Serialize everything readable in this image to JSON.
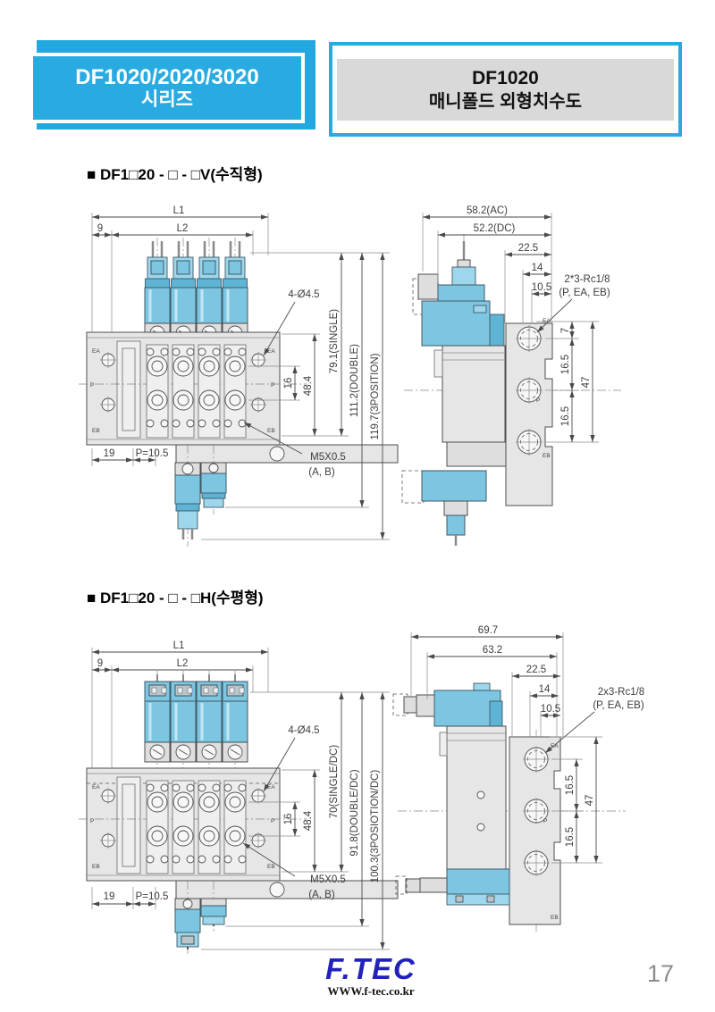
{
  "header": {
    "series1": "DF1020/2020/3020",
    "series2": "시리즈",
    "model": "DF1020",
    "subtitle": "매니폴드 외형치수도"
  },
  "sec1": {
    "title": "■ DF1□20 - □ - □V(수직형)"
  },
  "sec2": {
    "title": "■ DF1□20 - □ - □H(수평형)"
  },
  "d1": {
    "front": {
      "l1": "L1",
      "l2": "L2",
      "n9": "9",
      "hole": "4-Ø4.5",
      "n16": "16",
      "n484": "48.4",
      "single": "79.1(SINGLE)",
      "double": "111.2(DOUBLE)",
      "triple": "119.7(3POSITION)",
      "n19": "19",
      "pitch": "P=10.5",
      "thread": "M5X0.5",
      "threadPorts": "(A, B)",
      "ea": "EA",
      "p": "P",
      "eb": "EB"
    },
    "side": {
      "ac": "58.2(AC)",
      "dc": "52.2(DC)",
      "n225": "22.5",
      "n14": "14",
      "n105": "10.5",
      "rc": "2*3-Rc1/8",
      "rcPorts": "(P, EA, EB)",
      "n7": "7",
      "n165": "16.5",
      "n47": "47",
      "ea": "EA",
      "p": "P",
      "eb": "EB"
    }
  },
  "d2": {
    "front": {
      "l1": "L1",
      "l2": "L2",
      "n9": "9",
      "hole": "4-Ø4.5",
      "n16": "16",
      "n484": "48.4",
      "single": "70(SINGLE/DC)",
      "double": "91.8(DOUBLE/DC)",
      "triple": "100.3(3POSIOTION/DC)",
      "n19": "19",
      "pitch": "P=10.5",
      "thread": "M5X0.5",
      "threadPorts": "(A, B)",
      "ea": "EA",
      "p": "P",
      "eb": "EB"
    },
    "side": {
      "n697": "69.7",
      "n632": "63.2",
      "n225": "22.5",
      "n14": "14",
      "n105": "10.5",
      "rc": "2x3-Rc1/8",
      "rcPorts": "(P, EA, EB)",
      "n165": "16.5",
      "n47": "47",
      "ea": "EA",
      "p": "P",
      "eb": "EB"
    }
  },
  "footer": {
    "logo": "F.TEC",
    "url": "WWW.f-tec.co.kr",
    "page": "17"
  }
}
